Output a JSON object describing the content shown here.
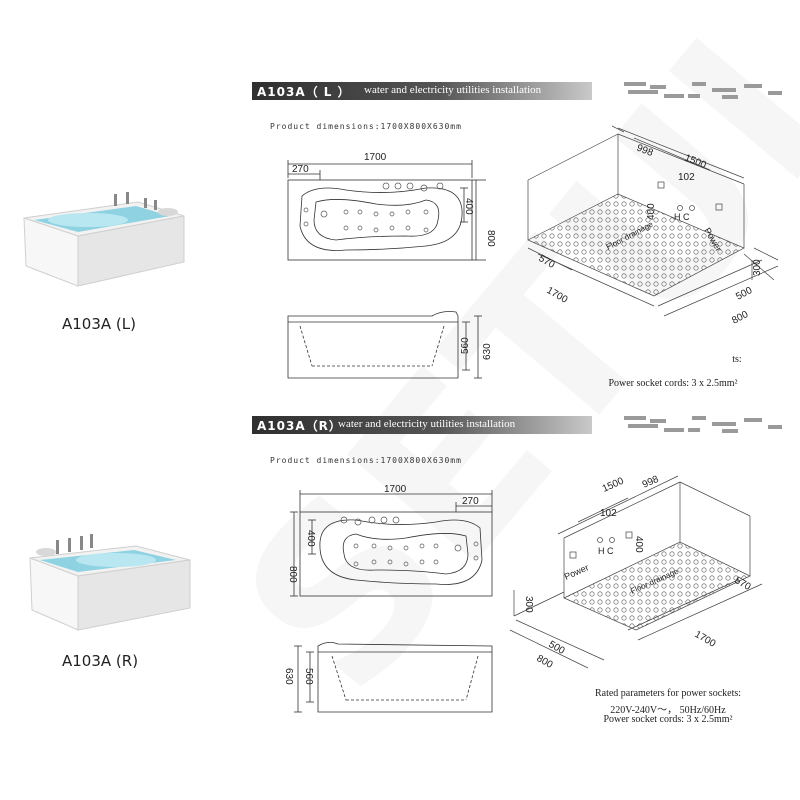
{
  "watermark": "SETUL",
  "sections": [
    {
      "model_label": "A103A（ L ）",
      "title": "water and electricity utilities installation",
      "caption": "A103A (L)",
      "product_dimensions": "Product dimensions:1700X800X630mm",
      "top_view": {
        "length": "1700",
        "offset": "270",
        "width": "800",
        "inner": "400"
      },
      "side_view": {
        "h1": "560",
        "h2": "630"
      },
      "iso": {
        "d1500": "1500",
        "d998": "998",
        "d102": "102",
        "d400": "400",
        "d570": "570",
        "d1700": "1700",
        "d300": "300",
        "d500": "500",
        "d800": "800",
        "hc": "H C",
        "power": "Power",
        "floor": "Floor drainage"
      },
      "notes": [
        "ts:",
        "Power socket cords: 3 x 2.5mm²"
      ]
    },
    {
      "model_label": "A103A（R）",
      "title": "water and electricity utilities installation",
      "caption": "A103A (R)",
      "product_dimensions": "Product dimensions:1700X800X630mm",
      "top_view": {
        "length": "1700",
        "offset": "270",
        "width": "800",
        "inner": "400"
      },
      "side_view": {
        "h1": "560",
        "h2": "630"
      },
      "iso": {
        "d1500": "1500",
        "d998": "998",
        "d102": "102",
        "d400": "400",
        "d570": "570",
        "d1700": "1700",
        "d300": "300",
        "d500": "500",
        "d800": "800",
        "hc": "H C",
        "power": "Power",
        "floor": "Floor drainage"
      },
      "notes": [
        "Rated parameters for power sockets:",
        "220V-240V～， 50Hz/60Hz",
        "Power socket cords: 3 x 2.5mm²"
      ]
    }
  ]
}
